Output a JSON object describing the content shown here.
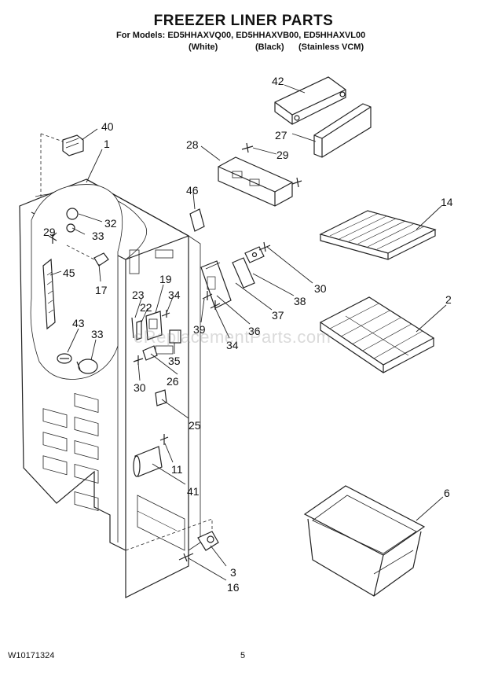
{
  "header": {
    "title": "FREEZER LINER PARTS",
    "models": "For Models: ED5HHAXVQ00, ED5HHAXVB00, ED5HHAXVL00",
    "variants": [
      "(White)",
      "(Black)",
      "(Stainless VCM)"
    ]
  },
  "footer": {
    "doc_number": "W10171324",
    "page_number": "5"
  },
  "watermark": "eReplacementParts.com",
  "callouts": {
    "c42": "42",
    "c27": "27",
    "c28": "28",
    "c29a": "29",
    "c40": "40",
    "c1": "1",
    "c46": "46",
    "c14": "14",
    "c32": "32",
    "c29b": "29",
    "c33a": "33",
    "c45": "45",
    "c17": "17",
    "c19": "19",
    "c23": "23",
    "c34a": "34",
    "c22": "22",
    "c30a": "30",
    "c38": "38",
    "c37": "37",
    "c2": "2",
    "c39": "39",
    "c36": "36",
    "c34b": "34",
    "c43": "43",
    "c33b": "33",
    "c35": "35",
    "c30b": "30",
    "c26": "26",
    "c25": "25",
    "c11": "11",
    "c41": "41",
    "c6": "6",
    "c3": "3",
    "c16": "16"
  }
}
